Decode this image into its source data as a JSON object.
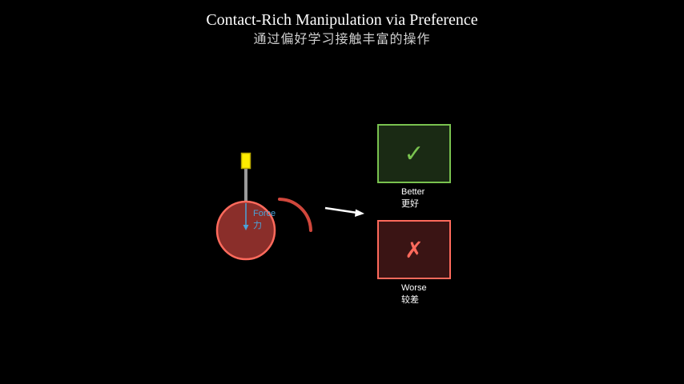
{
  "title": "Contact-Rich Manipulation via Preference",
  "subtitle": "通过偏好学习接触丰富的操作",
  "force": {
    "label_en": "Force",
    "label_zh": "力"
  },
  "better": {
    "symbol": "✓",
    "label_en": "Better",
    "label_zh": "更好"
  },
  "worse": {
    "symbol": "✗",
    "label_en": "Worse",
    "label_zh": "较差"
  },
  "colors": {
    "background": "#000000",
    "gripper": "#ffee00",
    "object_fill": "#8a2e2a",
    "object_stroke": "#ff6a5c",
    "force_arrow": "#4aa3d9",
    "contact_arc": "#d0473c",
    "better_stroke": "#79c24f",
    "better_fill": "#1a2a14",
    "worse_stroke": "#ff6a5c",
    "worse_fill": "#3a1414"
  }
}
